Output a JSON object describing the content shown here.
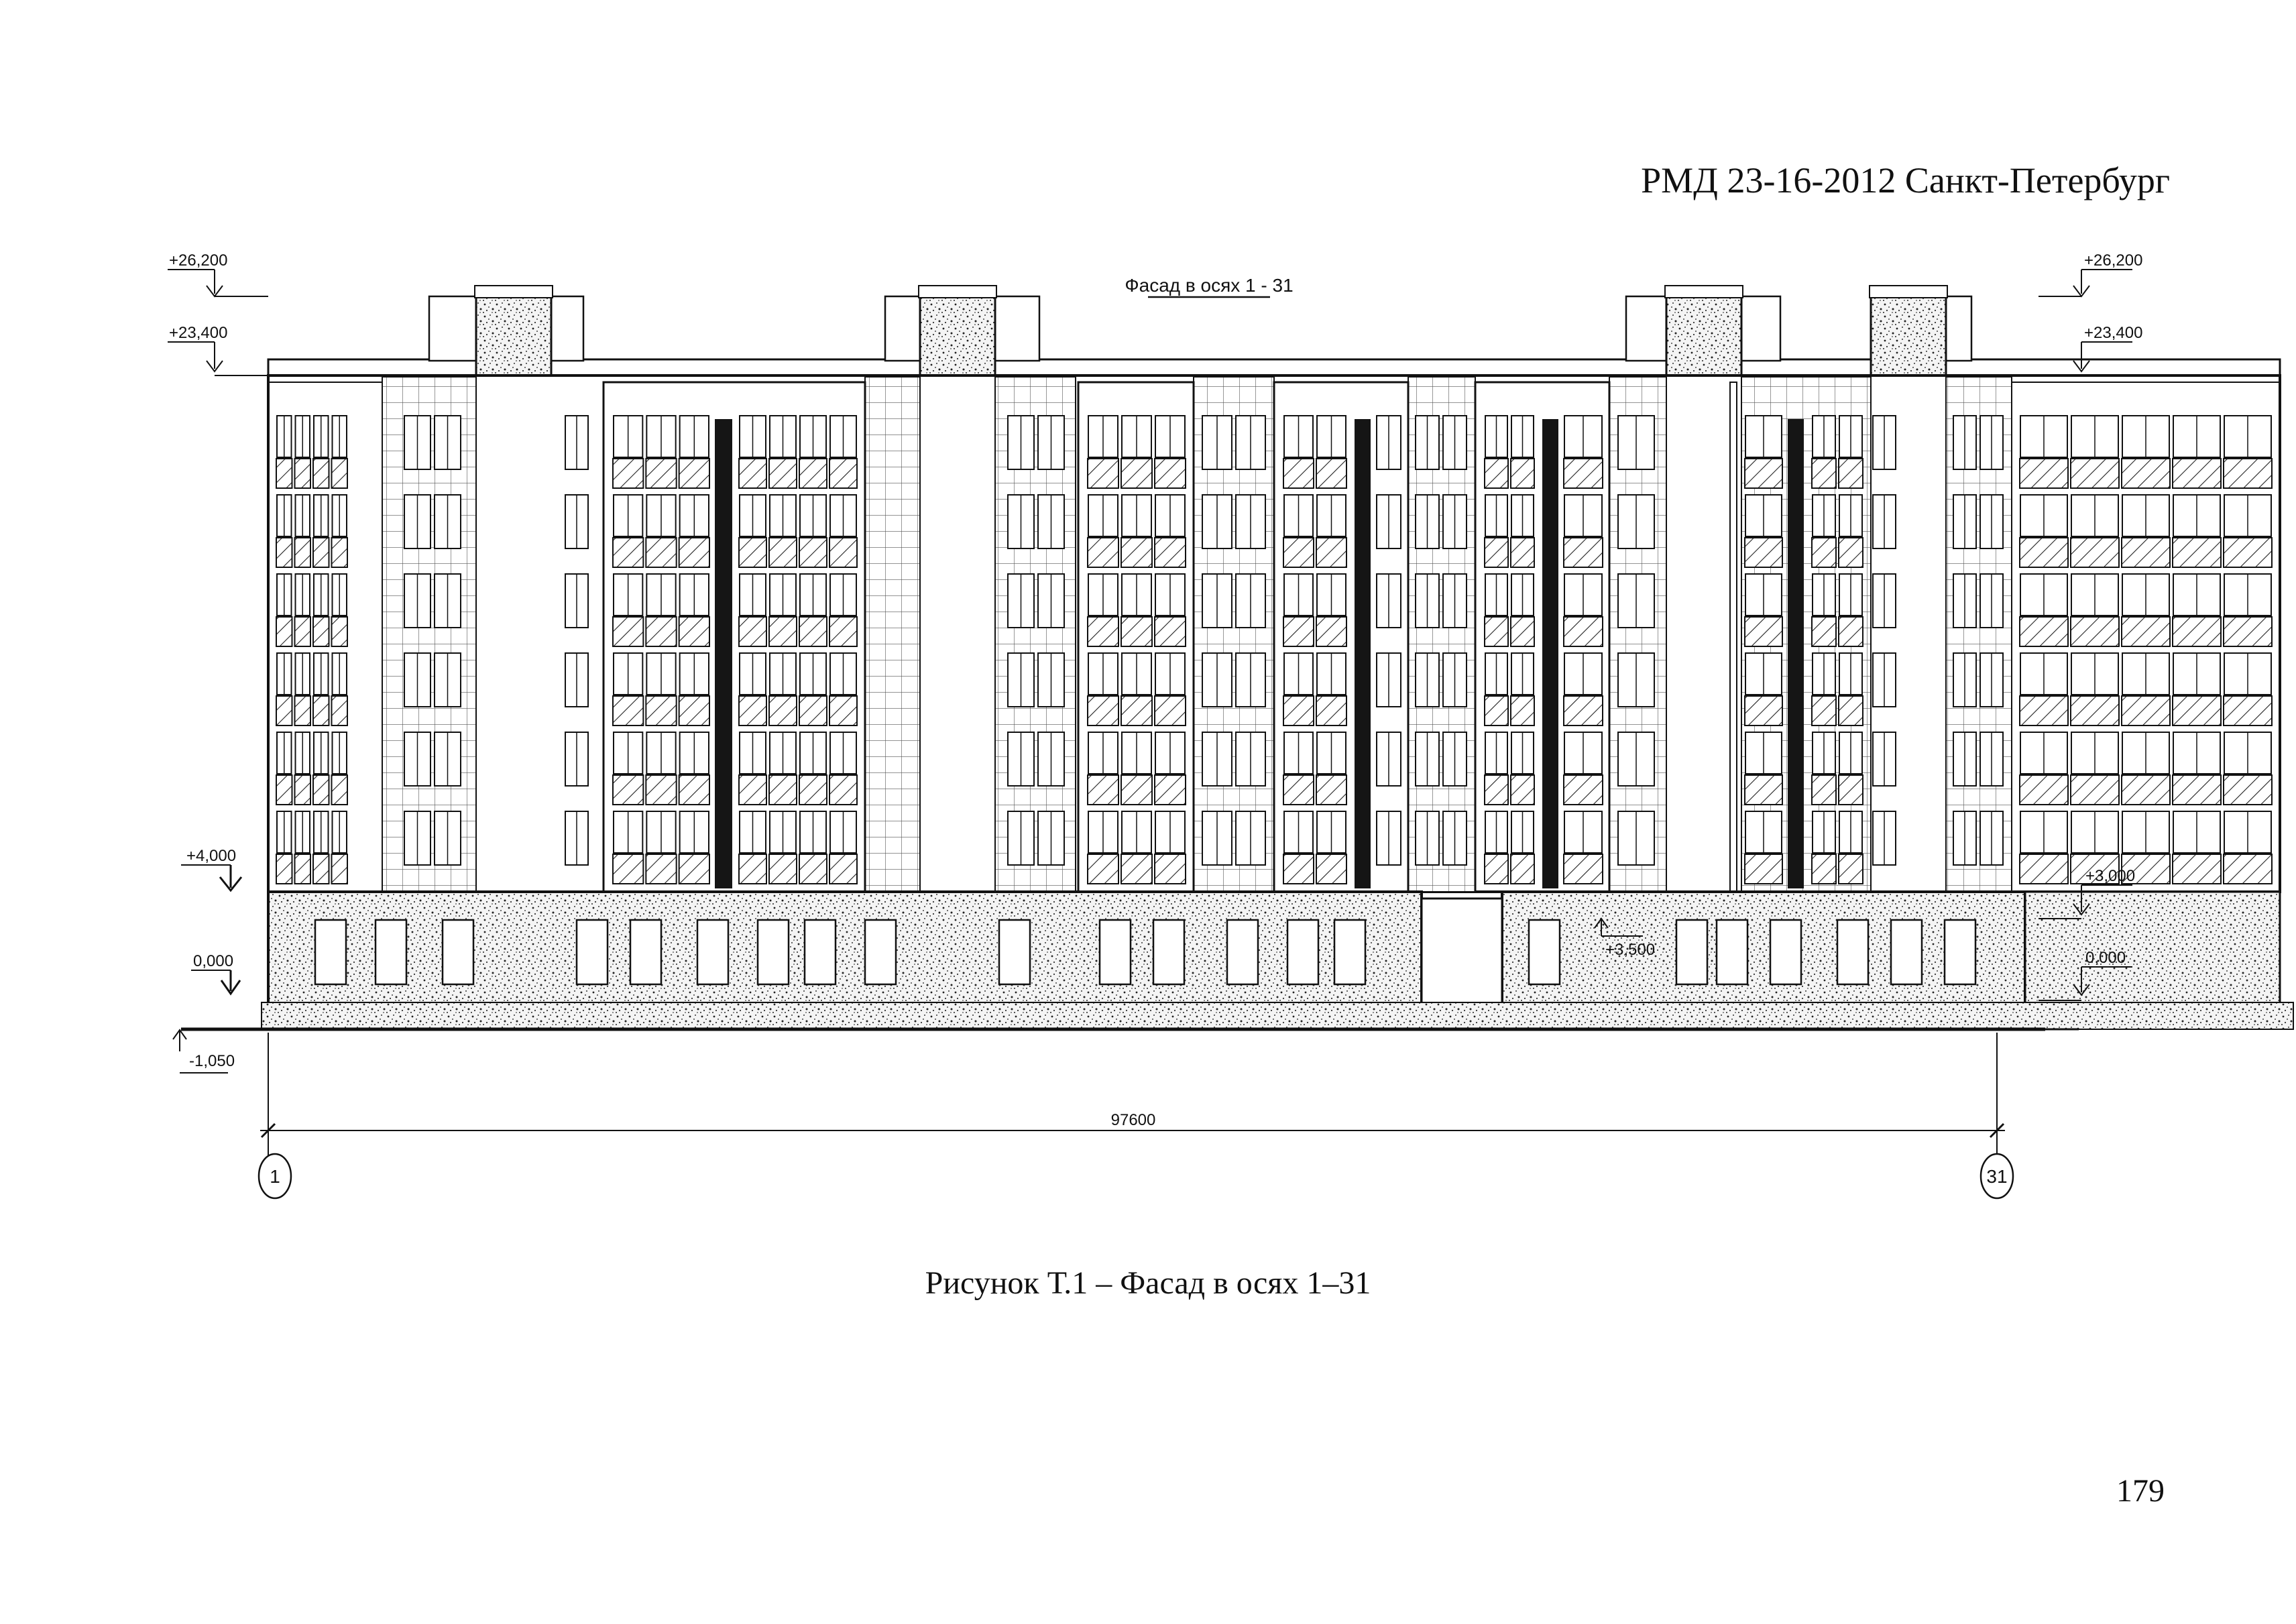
{
  "document": {
    "header": "РМД 23-16-2012 Санкт-Петербург",
    "caption": "Рисунок Т.1 – Фасад в осях 1–31",
    "page_number": "179"
  },
  "drawing": {
    "title": "Фасад в осях 1 - 31",
    "levels": {
      "left_top": "+26,200",
      "left_roof": "+23,400",
      "left_first": "+4,000",
      "left_zero": "0,000",
      "left_ground": "-1,050",
      "right_top": "+26,200",
      "right_roof": "+23,400",
      "right_first": "+3,000",
      "right_zero": "0,000",
      "entrance": "+3,500"
    },
    "overall_dimension": "97600",
    "axis_start": "1",
    "axis_end": "31"
  }
}
